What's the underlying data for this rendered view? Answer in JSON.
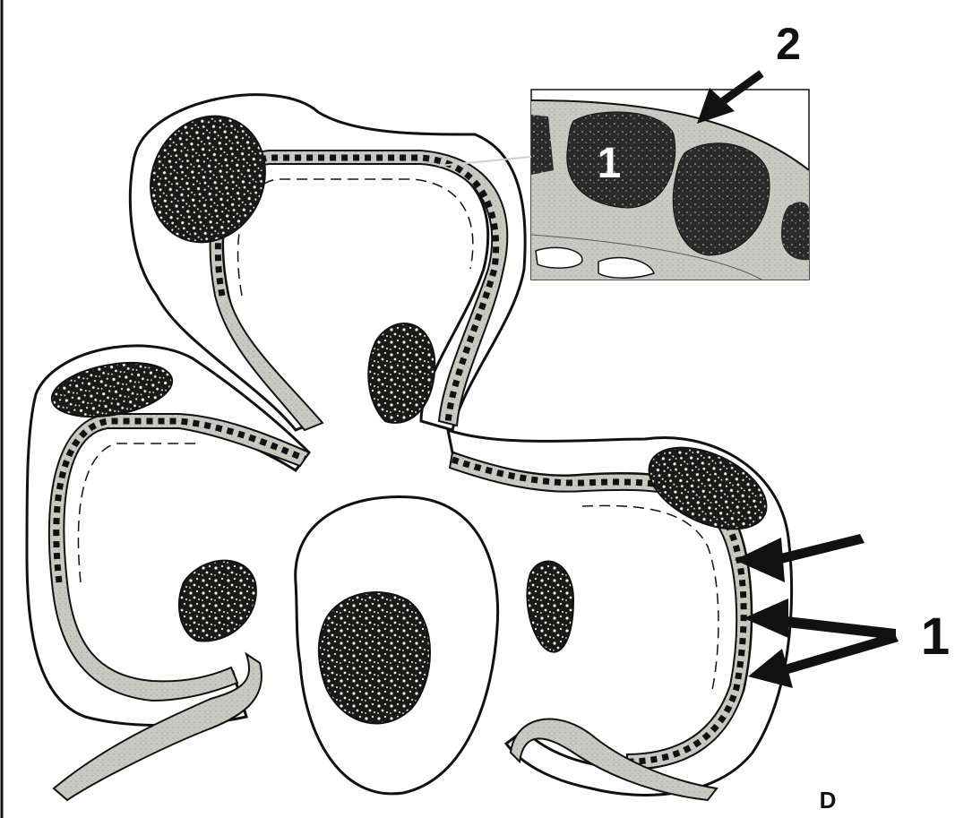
{
  "labels": {
    "inset_number": "1",
    "inset_arrow_number": "2",
    "right_number": "1",
    "panel_letter": "D"
  },
  "colors": {
    "outline": "#111111",
    "tissue_dark": "#1a1a1a",
    "tissue_gray": "#c9cbc3",
    "tissue_mid": "#8f948a",
    "speckle": "#f4f4ee",
    "background": "#ffffff"
  }
}
